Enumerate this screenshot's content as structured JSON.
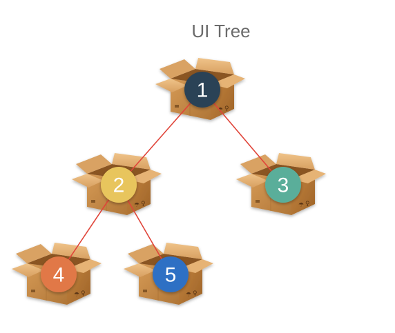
{
  "title": "UI Tree",
  "nodes": [
    {
      "id": "1",
      "label": "1",
      "color": "#2c4356"
    },
    {
      "id": "2",
      "label": "2",
      "color": "#e8c55d"
    },
    {
      "id": "3",
      "label": "3",
      "color": "#5aae9a"
    },
    {
      "id": "4",
      "label": "4",
      "color": "#e17846"
    },
    {
      "id": "5",
      "label": "5",
      "color": "#2f6fc4"
    }
  ],
  "edges": [
    {
      "from": "1",
      "to": "2"
    },
    {
      "from": "1",
      "to": "3"
    },
    {
      "from": "2",
      "to": "4"
    },
    {
      "from": "2",
      "to": "5"
    }
  ],
  "edge_color": "#e0453a",
  "box_icon": "open-cardboard-box-icon"
}
